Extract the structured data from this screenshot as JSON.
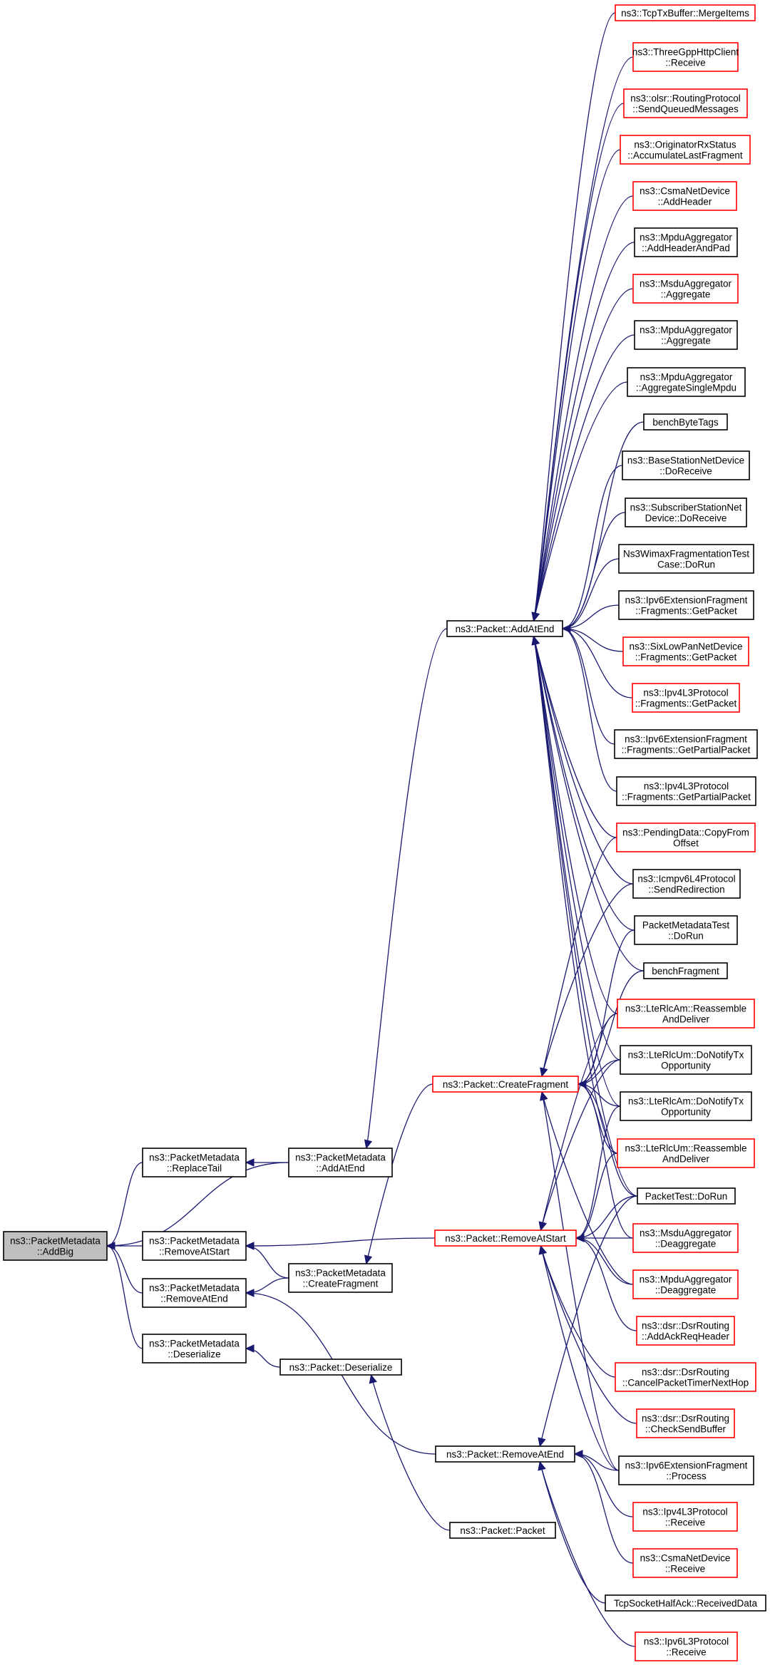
{
  "graph": {
    "colors": {
      "edge": "#191970",
      "border_black": "#000000",
      "border_red": "#ff0000",
      "root_fill": "#bfbfbf"
    },
    "nodes": [
      {
        "id": "addbig",
        "lines": [
          "ns3::PacketMetadata",
          "::AddBig"
        ],
        "border": "black",
        "root": true
      },
      {
        "id": "replacetail",
        "lines": [
          "ns3::PacketMetadata",
          "::ReplaceTail"
        ],
        "border": "black"
      },
      {
        "id": "pm_addatend",
        "lines": [
          "ns3::PacketMetadata",
          "::AddAtEnd"
        ],
        "border": "black"
      },
      {
        "id": "pm_removeatstart",
        "lines": [
          "ns3::PacketMetadata",
          "::RemoveAtStart"
        ],
        "border": "black"
      },
      {
        "id": "pm_removeatend",
        "lines": [
          "ns3::PacketMetadata",
          "::RemoveAtEnd"
        ],
        "border": "black"
      },
      {
        "id": "pm_createfragment",
        "lines": [
          "ns3::PacketMetadata",
          "::CreateFragment"
        ],
        "border": "black"
      },
      {
        "id": "pm_deserialize",
        "lines": [
          "ns3::PacketMetadata",
          "::Deserialize"
        ],
        "border": "black"
      },
      {
        "id": "p_deserialize",
        "lines": [
          "ns3::Packet::Deserialize"
        ],
        "border": "black"
      },
      {
        "id": "p_packet",
        "lines": [
          "ns3::Packet::Packet"
        ],
        "border": "black"
      },
      {
        "id": "p_addatend",
        "lines": [
          "ns3::Packet::AddAtEnd"
        ],
        "border": "black"
      },
      {
        "id": "p_createfragment",
        "lines": [
          "ns3::Packet::CreateFragment"
        ],
        "border": "red"
      },
      {
        "id": "p_removeatstart",
        "lines": [
          "ns3::Packet::RemoveAtStart"
        ],
        "border": "red"
      },
      {
        "id": "p_removeatend",
        "lines": [
          "ns3::Packet::RemoveAtEnd"
        ],
        "border": "black"
      },
      {
        "id": "tcptx_merge",
        "lines": [
          "ns3::TcpTxBuffer::MergeItems"
        ],
        "border": "red"
      },
      {
        "id": "threegpp_recv",
        "lines": [
          "ns3::ThreeGppHttpClient",
          "::Receive"
        ],
        "border": "red"
      },
      {
        "id": "olsr_send",
        "lines": [
          "ns3::olsr::RoutingProtocol",
          "::SendQueuedMessages"
        ],
        "border": "red"
      },
      {
        "id": "orig_rx",
        "lines": [
          "ns3::OriginatorRxStatus",
          "::AccumulateLastFragment"
        ],
        "border": "red"
      },
      {
        "id": "csma_addheader",
        "lines": [
          "ns3::CsmaNetDevice",
          "::AddHeader"
        ],
        "border": "red"
      },
      {
        "id": "mpdu_addheaderpad",
        "lines": [
          "ns3::MpduAggregator",
          "::AddHeaderAndPad"
        ],
        "border": "black"
      },
      {
        "id": "msdu_aggregate",
        "lines": [
          "ns3::MsduAggregator",
          "::Aggregate"
        ],
        "border": "red"
      },
      {
        "id": "mpdu_aggregate",
        "lines": [
          "ns3::MpduAggregator",
          "::Aggregate"
        ],
        "border": "black"
      },
      {
        "id": "mpdu_single",
        "lines": [
          "ns3::MpduAggregator",
          "::AggregateSingleMpdu"
        ],
        "border": "black"
      },
      {
        "id": "benchbytetags",
        "lines": [
          "benchByteTags"
        ],
        "border": "black"
      },
      {
        "id": "bs_doreceive",
        "lines": [
          "ns3::BaseStationNetDevice",
          "::DoReceive"
        ],
        "border": "black"
      },
      {
        "id": "ss_doreceive",
        "lines": [
          "ns3::SubscriberStationNet",
          "Device::DoReceive"
        ],
        "border": "black"
      },
      {
        "id": "wimax_frag",
        "lines": [
          "Ns3WimaxFragmentationTest",
          "Case::DoRun"
        ],
        "border": "black"
      },
      {
        "id": "ipv6ext_getpacket",
        "lines": [
          "ns3::Ipv6ExtensionFragment",
          "::Fragments::GetPacket"
        ],
        "border": "black"
      },
      {
        "id": "sixlowpan_getpacket",
        "lines": [
          "ns3::SixLowPanNetDevice",
          "::Fragments::GetPacket"
        ],
        "border": "red"
      },
      {
        "id": "ipv4l3_getpacket",
        "lines": [
          "ns3::Ipv4L3Protocol",
          "::Fragments::GetPacket"
        ],
        "border": "red"
      },
      {
        "id": "ipv6ext_getpartial",
        "lines": [
          "ns3::Ipv6ExtensionFragment",
          "::Fragments::GetPartialPacket"
        ],
        "border": "black"
      },
      {
        "id": "ipv4l3_getpartial",
        "lines": [
          "ns3::Ipv4L3Protocol",
          "::Fragments::GetPartialPacket"
        ],
        "border": "black"
      },
      {
        "id": "pending_copy",
        "lines": [
          "ns3::PendingData::CopyFrom",
          "Offset"
        ],
        "border": "red"
      },
      {
        "id": "icmpv6_redir",
        "lines": [
          "ns3::Icmpv6L4Protocol",
          "::SendRedirection"
        ],
        "border": "black"
      },
      {
        "id": "pm_test",
        "lines": [
          "PacketMetadataTest",
          "::DoRun"
        ],
        "border": "black"
      },
      {
        "id": "benchfragment",
        "lines": [
          "benchFragment"
        ],
        "border": "black"
      },
      {
        "id": "lterlcam_reasm",
        "lines": [
          "ns3::LteRlcAm::Reassemble",
          "AndDeliver"
        ],
        "border": "red"
      },
      {
        "id": "lterlcum_notify",
        "lines": [
          "ns3::LteRlcUm::DoNotifyTx",
          "Opportunity"
        ],
        "border": "black"
      },
      {
        "id": "lterlcam_notify",
        "lines": [
          "ns3::LteRlcAm::DoNotifyTx",
          "Opportunity"
        ],
        "border": "black"
      },
      {
        "id": "lterlcum_reasm",
        "lines": [
          "ns3::LteRlcUm::Reassemble",
          "AndDeliver"
        ],
        "border": "red"
      },
      {
        "id": "packettest",
        "lines": [
          "PacketTest::DoRun"
        ],
        "border": "black"
      },
      {
        "id": "msdu_deagg",
        "lines": [
          "ns3::MsduAggregator",
          "::Deaggregate"
        ],
        "border": "red"
      },
      {
        "id": "mpdu_deagg",
        "lines": [
          "ns3::MpduAggregator",
          "::Deaggregate"
        ],
        "border": "red"
      },
      {
        "id": "dsr_addack",
        "lines": [
          "ns3::dsr::DsrRouting",
          "::AddAckReqHeader"
        ],
        "border": "red"
      },
      {
        "id": "dsr_cancel",
        "lines": [
          "ns3::dsr::DsrRouting",
          "::CancelPacketTimerNextHop"
        ],
        "border": "red"
      },
      {
        "id": "dsr_check",
        "lines": [
          "ns3::dsr::DsrRouting",
          "::CheckSendBuffer"
        ],
        "border": "red"
      },
      {
        "id": "ipv6ext_process",
        "lines": [
          "ns3::Ipv6ExtensionFragment",
          "::Process"
        ],
        "border": "black"
      },
      {
        "id": "ipv4l3_receive",
        "lines": [
          "ns3::Ipv4L3Protocol",
          "::Receive"
        ],
        "border": "red"
      },
      {
        "id": "csma_receive",
        "lines": [
          "ns3::CsmaNetDevice",
          "::Receive"
        ],
        "border": "red"
      },
      {
        "id": "tcpsock_half",
        "lines": [
          "TcpSocketHalfAck::ReceivedData"
        ],
        "border": "black"
      },
      {
        "id": "ipv6l3_receive",
        "lines": [
          "ns3::Ipv6L3Protocol",
          "::Receive"
        ],
        "border": "red"
      }
    ],
    "edges": [
      {
        "from": "replacetail",
        "to": "addbig"
      },
      {
        "from": "pm_addatend",
        "to": "addbig"
      },
      {
        "from": "pm_removeatstart",
        "to": "addbig"
      },
      {
        "from": "pm_removeatend",
        "to": "addbig"
      },
      {
        "from": "pm_deserialize",
        "to": "addbig"
      },
      {
        "from": "pm_addatend",
        "to": "replacetail"
      },
      {
        "from": "pm_createfragment",
        "to": "pm_removeatstart"
      },
      {
        "from": "pm_createfragment",
        "to": "pm_removeatend"
      },
      {
        "from": "p_removeatstart",
        "to": "pm_removeatstart"
      },
      {
        "from": "p_removeatend",
        "to": "pm_removeatend"
      },
      {
        "from": "p_deserialize",
        "to": "pm_deserialize"
      },
      {
        "from": "p_packet",
        "to": "p_deserialize"
      },
      {
        "from": "p_addatend",
        "to": "pm_addatend"
      },
      {
        "from": "p_createfragment",
        "to": "pm_createfragment"
      },
      {
        "from": "tcptx_merge",
        "to": "p_addatend"
      },
      {
        "from": "threegpp_recv",
        "to": "p_addatend"
      },
      {
        "from": "olsr_send",
        "to": "p_addatend"
      },
      {
        "from": "orig_rx",
        "to": "p_addatend"
      },
      {
        "from": "csma_addheader",
        "to": "p_addatend"
      },
      {
        "from": "mpdu_addheaderpad",
        "to": "p_addatend"
      },
      {
        "from": "msdu_aggregate",
        "to": "p_addatend"
      },
      {
        "from": "mpdu_aggregate",
        "to": "p_addatend"
      },
      {
        "from": "mpdu_single",
        "to": "p_addatend"
      },
      {
        "from": "benchbytetags",
        "to": "p_addatend"
      },
      {
        "from": "bs_doreceive",
        "to": "p_addatend"
      },
      {
        "from": "ss_doreceive",
        "to": "p_addatend"
      },
      {
        "from": "wimax_frag",
        "to": "p_addatend"
      },
      {
        "from": "ipv6ext_getpacket",
        "to": "p_addatend"
      },
      {
        "from": "sixlowpan_getpacket",
        "to": "p_addatend"
      },
      {
        "from": "ipv4l3_getpacket",
        "to": "p_addatend"
      },
      {
        "from": "ipv6ext_getpartial",
        "to": "p_addatend"
      },
      {
        "from": "ipv4l3_getpartial",
        "to": "p_addatend"
      },
      {
        "from": "pending_copy",
        "to": "p_addatend"
      },
      {
        "from": "icmpv6_redir",
        "to": "p_addatend"
      },
      {
        "from": "pm_test",
        "to": "p_addatend"
      },
      {
        "from": "benchfragment",
        "to": "p_addatend"
      },
      {
        "from": "lterlcam_reasm",
        "to": "p_addatend"
      },
      {
        "from": "lterlcum_notify",
        "to": "p_addatend"
      },
      {
        "from": "lterlcam_notify",
        "to": "p_addatend"
      },
      {
        "from": "lterlcum_reasm",
        "to": "p_addatend"
      },
      {
        "from": "packettest",
        "to": "p_addatend"
      },
      {
        "from": "pending_copy",
        "to": "p_createfragment"
      },
      {
        "from": "icmpv6_redir",
        "to": "p_createfragment"
      },
      {
        "from": "pm_test",
        "to": "p_createfragment"
      },
      {
        "from": "benchfragment",
        "to": "p_createfragment"
      },
      {
        "from": "lterlcam_reasm",
        "to": "p_createfragment"
      },
      {
        "from": "lterlcum_notify",
        "to": "p_createfragment"
      },
      {
        "from": "lterlcam_notify",
        "to": "p_createfragment"
      },
      {
        "from": "lterlcum_reasm",
        "to": "p_createfragment"
      },
      {
        "from": "packettest",
        "to": "p_createfragment"
      },
      {
        "from": "msdu_deagg",
        "to": "p_createfragment"
      },
      {
        "from": "mpdu_deagg",
        "to": "p_createfragment"
      },
      {
        "from": "ipv6ext_process",
        "to": "p_createfragment"
      },
      {
        "from": "lterlcam_reasm",
        "to": "p_removeatstart"
      },
      {
        "from": "lterlcum_notify",
        "to": "p_removeatstart"
      },
      {
        "from": "lterlcam_notify",
        "to": "p_removeatstart"
      },
      {
        "from": "lterlcum_reasm",
        "to": "p_removeatstart"
      },
      {
        "from": "packettest",
        "to": "p_removeatstart"
      },
      {
        "from": "msdu_deagg",
        "to": "p_removeatstart"
      },
      {
        "from": "mpdu_deagg",
        "to": "p_removeatstart"
      },
      {
        "from": "dsr_addack",
        "to": "p_removeatstart"
      },
      {
        "from": "dsr_cancel",
        "to": "p_removeatstart"
      },
      {
        "from": "dsr_check",
        "to": "p_removeatstart"
      },
      {
        "from": "ipv6ext_process",
        "to": "p_removeatstart"
      },
      {
        "from": "ipv6ext_process",
        "to": "p_removeatend"
      },
      {
        "from": "ipv4l3_receive",
        "to": "p_removeatend"
      },
      {
        "from": "csma_receive",
        "to": "p_removeatend"
      },
      {
        "from": "tcpsock_half",
        "to": "p_removeatend"
      },
      {
        "from": "ipv6l3_receive",
        "to": "p_removeatend"
      },
      {
        "from": "packettest",
        "to": "p_removeatend"
      }
    ]
  }
}
